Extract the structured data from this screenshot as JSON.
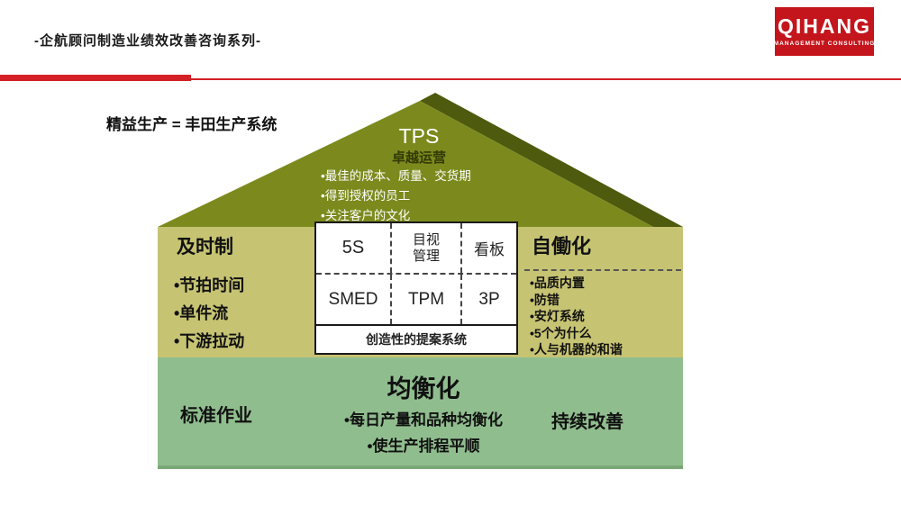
{
  "colors": {
    "brand_red": "#c4151c",
    "divider_red": "#d42027",
    "roof_olive": "#7c8a1d",
    "roof_shadow": "#4e5a0d",
    "pillar_khaki": "#c6c373",
    "base_green": "#90bd8e"
  },
  "header": {
    "series_title": "-企航顾问制造业绩效改善咨询系列-",
    "logo_title": "QIHANG",
    "logo_subtitle": "MANAGEMENT  CONSULTING"
  },
  "diagram": {
    "lead_in": "精益生产 = 丰田生产系统",
    "roof": {
      "title": "TPS",
      "subtitle": "卓越运营",
      "bullets": [
        "•最佳的成本、质量、交货期",
        "•得到授权的员工",
        "•关注客户的文化"
      ]
    },
    "left_pillar": {
      "title": "及时制",
      "bullets": [
        "•节拍时间",
        "•单件流",
        "•下游拉动"
      ]
    },
    "toolbox": {
      "row1": [
        "5S",
        "目视管理",
        "看板"
      ],
      "row2": [
        "SMED",
        "TPM",
        "3P"
      ],
      "footer": "创造性的提案系统"
    },
    "right_pillar": {
      "title": "自働化",
      "bullets": [
        "•品质内置",
        "•防错",
        "•安灯系统",
        "•5个为什么",
        "•人与机器的和谐"
      ]
    },
    "base": {
      "left_label": "标准作业",
      "title": "均衡化",
      "bullets": [
        "•每日产量和品种均衡化",
        "•使生产排程平顺"
      ],
      "right_label": "持续改善"
    }
  }
}
